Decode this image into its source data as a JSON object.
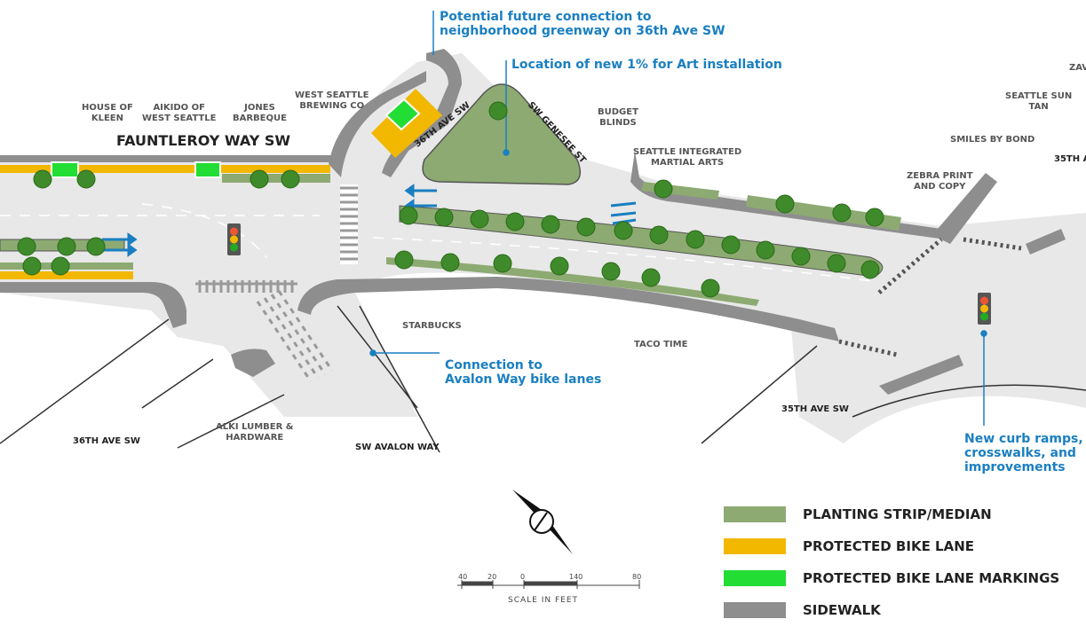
{
  "map": {
    "main_street": "FAUNTLEROY WAY SW",
    "streets": {
      "36th_north": "36TH AVE SW",
      "genesee": "SW GENESEE ST",
      "36th_south": "36TH AVE SW",
      "avalon": "SW AVALON WAY",
      "35th_south": "35TH AVE SW",
      "35th_north": "35TH A"
    },
    "businesses": {
      "house_of_kleen": "HOUSE OF\nKLEEN",
      "aikido": "AIKIDO OF\nWEST SEATTLE",
      "jones": "JONES\nBARBEQUE",
      "brewing": "WEST SEATTLE\nBREWING CO",
      "budget": "BUDGET\nBLINDS",
      "martial": "SEATTLE INTEGRATED\nMARTIAL ARTS",
      "zebra": "ZEBRA PRINT\nAND COPY",
      "smiles": "SMILES BY BOND",
      "seattle_sun": "SEATTLE SUN\nTAN",
      "zav": "ZAV",
      "starbucks": "STARBUCKS",
      "taco": "TACO TIME",
      "alki": "ALKI LUMBER &\nHARDWARE"
    },
    "callouts": {
      "greenway": "Potential future connection to\nneighborhood greenway on 36th Ave SW",
      "art": "Location of new 1% for Art installation",
      "avalon": "Connection to\nAvalon Way bike lanes",
      "curb": "New curb ramps,\ncrosswalks, and\nimprovements"
    }
  },
  "legend": [
    {
      "label": "PLANTING STRIP/MEDIAN",
      "color": "#8daa72"
    },
    {
      "label": "PROTECTED BIKE LANE",
      "color": "#f2b800"
    },
    {
      "label": "PROTECTED BIKE LANE MARKINGS",
      "color": "#22dd33"
    },
    {
      "label": "SIDEWALK",
      "color": "#8e8e8e"
    }
  ],
  "scale": {
    "ticks": [
      "40",
      "20",
      "0",
      "140",
      "80"
    ],
    "caption": "SCALE IN FEET"
  },
  "colors": {
    "road": "#e6e6e6",
    "sidewalk": "#8e8e8e",
    "planting": "#8daa72",
    "bike_lane": "#f2b800",
    "bike_marking": "#22dd33",
    "tree": "#3f8a2a",
    "arrow": "#1a7fc1"
  }
}
